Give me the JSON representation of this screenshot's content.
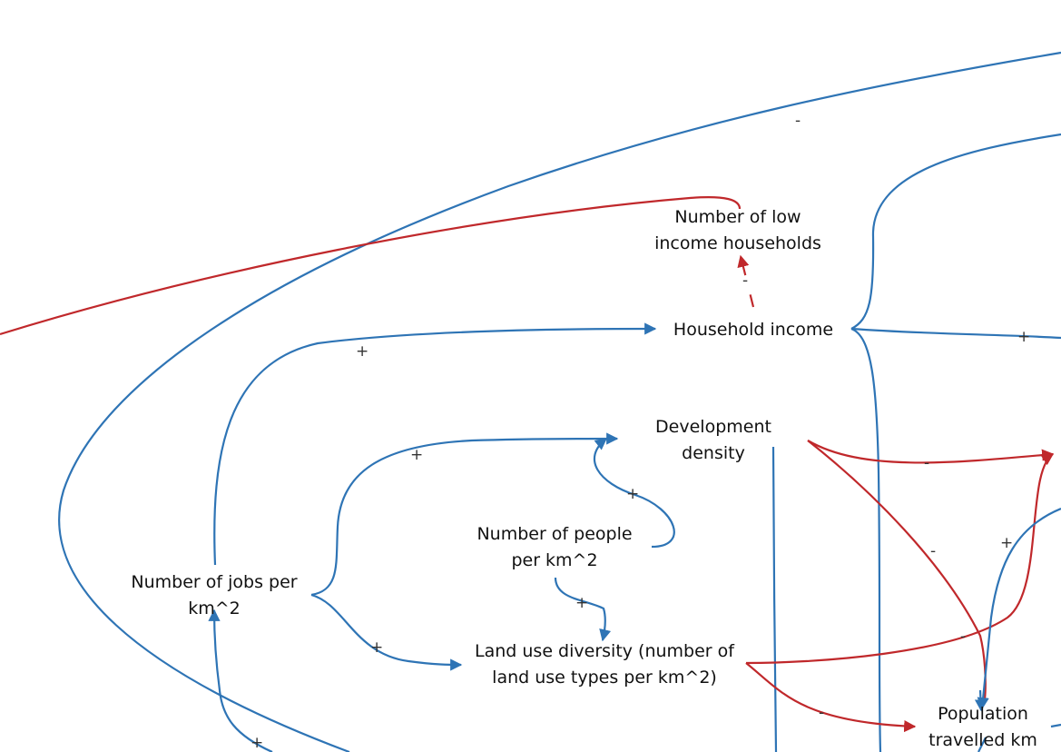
{
  "diagram": {
    "type": "causal-loop-diagram",
    "colors": {
      "positive_link": "#2e74b5",
      "negative_link": "#c0282b",
      "text": "#111111"
    },
    "nodes": {
      "low_income_households": {
        "line1": "Number of low",
        "line2": "income households"
      },
      "household_income": {
        "line1": "Household income"
      },
      "development_density": {
        "line1": "Development",
        "line2": "density"
      },
      "people_per_km2": {
        "line1": "Number of people",
        "line2": "per km^2"
      },
      "jobs_per_km2": {
        "line1": "Number of jobs per",
        "line2": "km^2"
      },
      "land_use_diversity": {
        "line1": "Land use diversity (number of",
        "line2": "land use types per km^2)"
      },
      "population_travelled_km": {
        "line1": "Population",
        "line2": "travelled km"
      }
    },
    "signs": {
      "plus": "+",
      "minus": "-"
    }
  }
}
